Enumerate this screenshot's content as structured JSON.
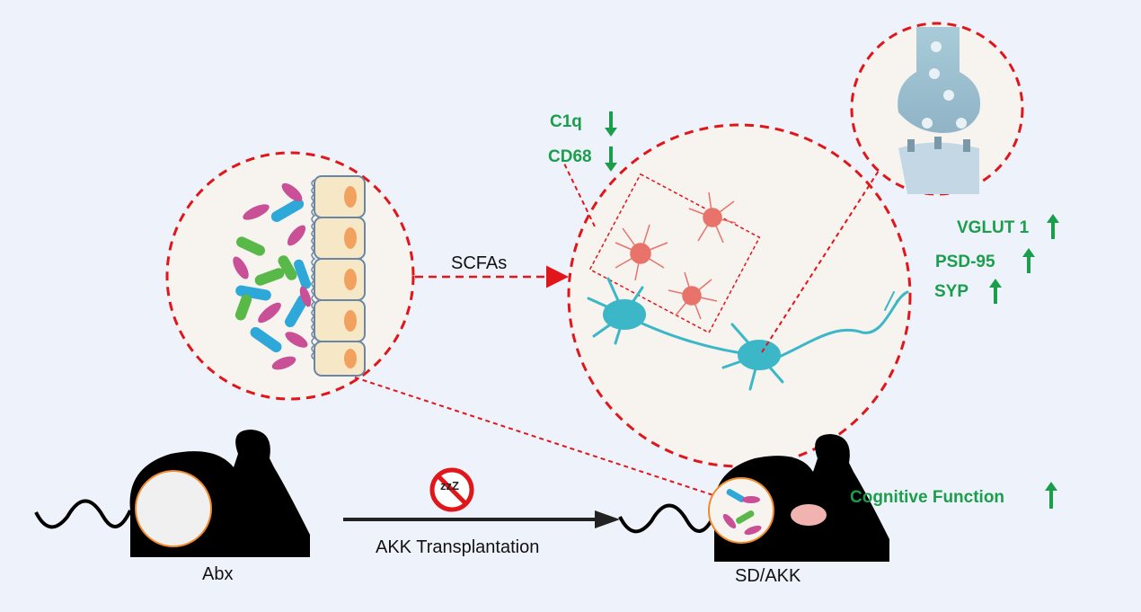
{
  "labels": {
    "scfas": "SCFAs",
    "abx": "Abx",
    "sd_akk": "SD/AKK",
    "transplant": "AKK Transplantation",
    "no_sleep_zz": "zzZ"
  },
  "markers_down": [
    {
      "id": "c1q",
      "text": "C1q",
      "direction": "down"
    },
    {
      "id": "cd68",
      "text": "CD68",
      "direction": "down"
    }
  ],
  "markers_up": [
    {
      "id": "vglut1",
      "text": "VGLUT 1",
      "direction": "up"
    },
    {
      "id": "psd95",
      "text": "PSD-95",
      "direction": "up"
    },
    {
      "id": "syp",
      "text": "SYP",
      "direction": "up"
    },
    {
      "id": "cognitive",
      "text": "Cognitive Function",
      "direction": "up"
    }
  ],
  "colors": {
    "background": "#eef3fb",
    "dashed_red": "#e0161b",
    "marker_green": "#1a9e4b",
    "neuron_cyan": "#3bb7c7",
    "microglia_red": "#e8736a",
    "bacteria_pink": "#c94f96",
    "bacteria_blue": "#2ea8d8",
    "bacteria_green": "#58b848",
    "mouse_black": "#000000"
  },
  "icons": {
    "no_sleep": "no-sleep-icon",
    "transplant_arrow": "long-right-arrow-icon"
  }
}
